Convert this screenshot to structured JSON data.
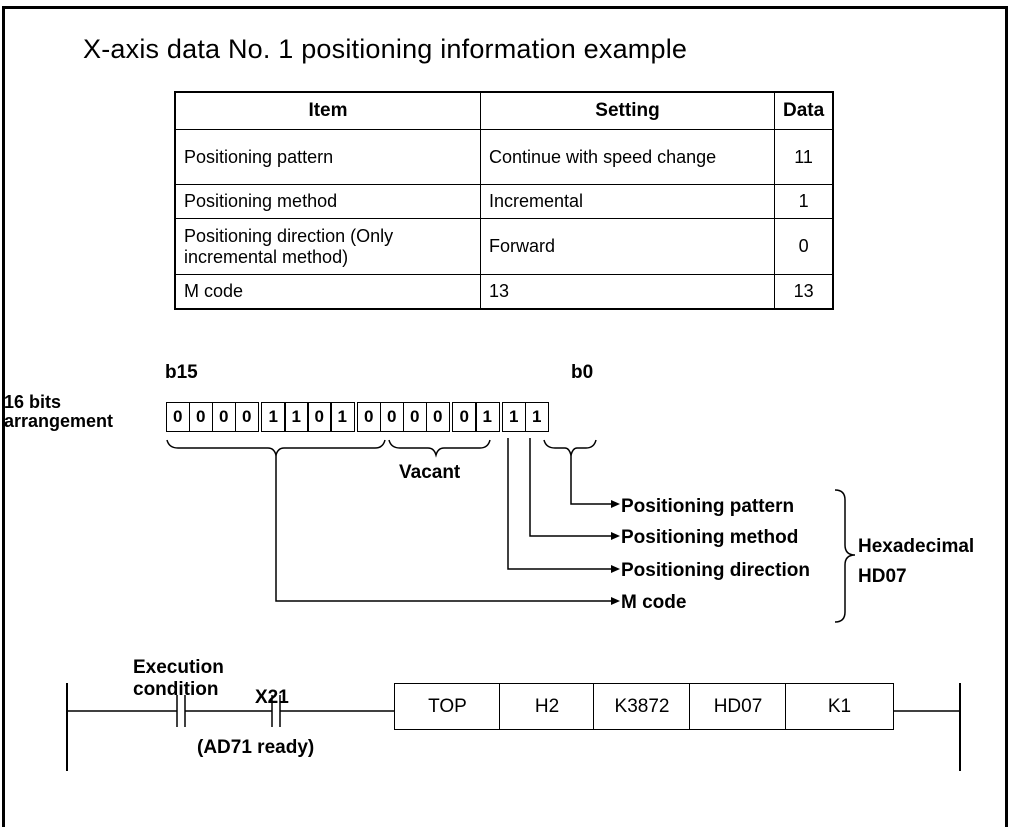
{
  "title": "X-axis data No. 1 positioning information example",
  "table": {
    "headers": [
      "Item",
      "Setting",
      "Data"
    ],
    "rows": [
      {
        "item": "Positioning pattern",
        "setting": "Continue with speed change",
        "data": "11"
      },
      {
        "item": "Positioning method",
        "setting": "Incremental",
        "data": "1"
      },
      {
        "item": "Positioning direction (Only incremental method)",
        "setting": "Forward",
        "data": "0"
      },
      {
        "item": "M code",
        "setting": "13",
        "data": "13"
      }
    ]
  },
  "bit_diagram": {
    "msb_label": "b15",
    "lsb_label": "b0",
    "row_label_1": "16 bits",
    "row_label_2": "arrangement",
    "bits": [
      "0",
      "0",
      "0",
      "0",
      "1",
      "1",
      "0",
      "1",
      "0",
      "0",
      "0",
      "0",
      "0",
      "1",
      "1",
      "1"
    ],
    "vacant_label": "Vacant",
    "legend": [
      "Positioning pattern",
      "Positioning method",
      "Positioning direction",
      "M code"
    ],
    "hex_label": "Hexadecimal",
    "hex_value": "HD07"
  },
  "ladder": {
    "exec_label_1": "Execution",
    "exec_label_2": "condition",
    "contact_label": "X21",
    "contact_note": "(AD71 ready)",
    "instruction": [
      "TOP",
      "H2",
      "K3872",
      "HD07",
      "K1"
    ]
  }
}
